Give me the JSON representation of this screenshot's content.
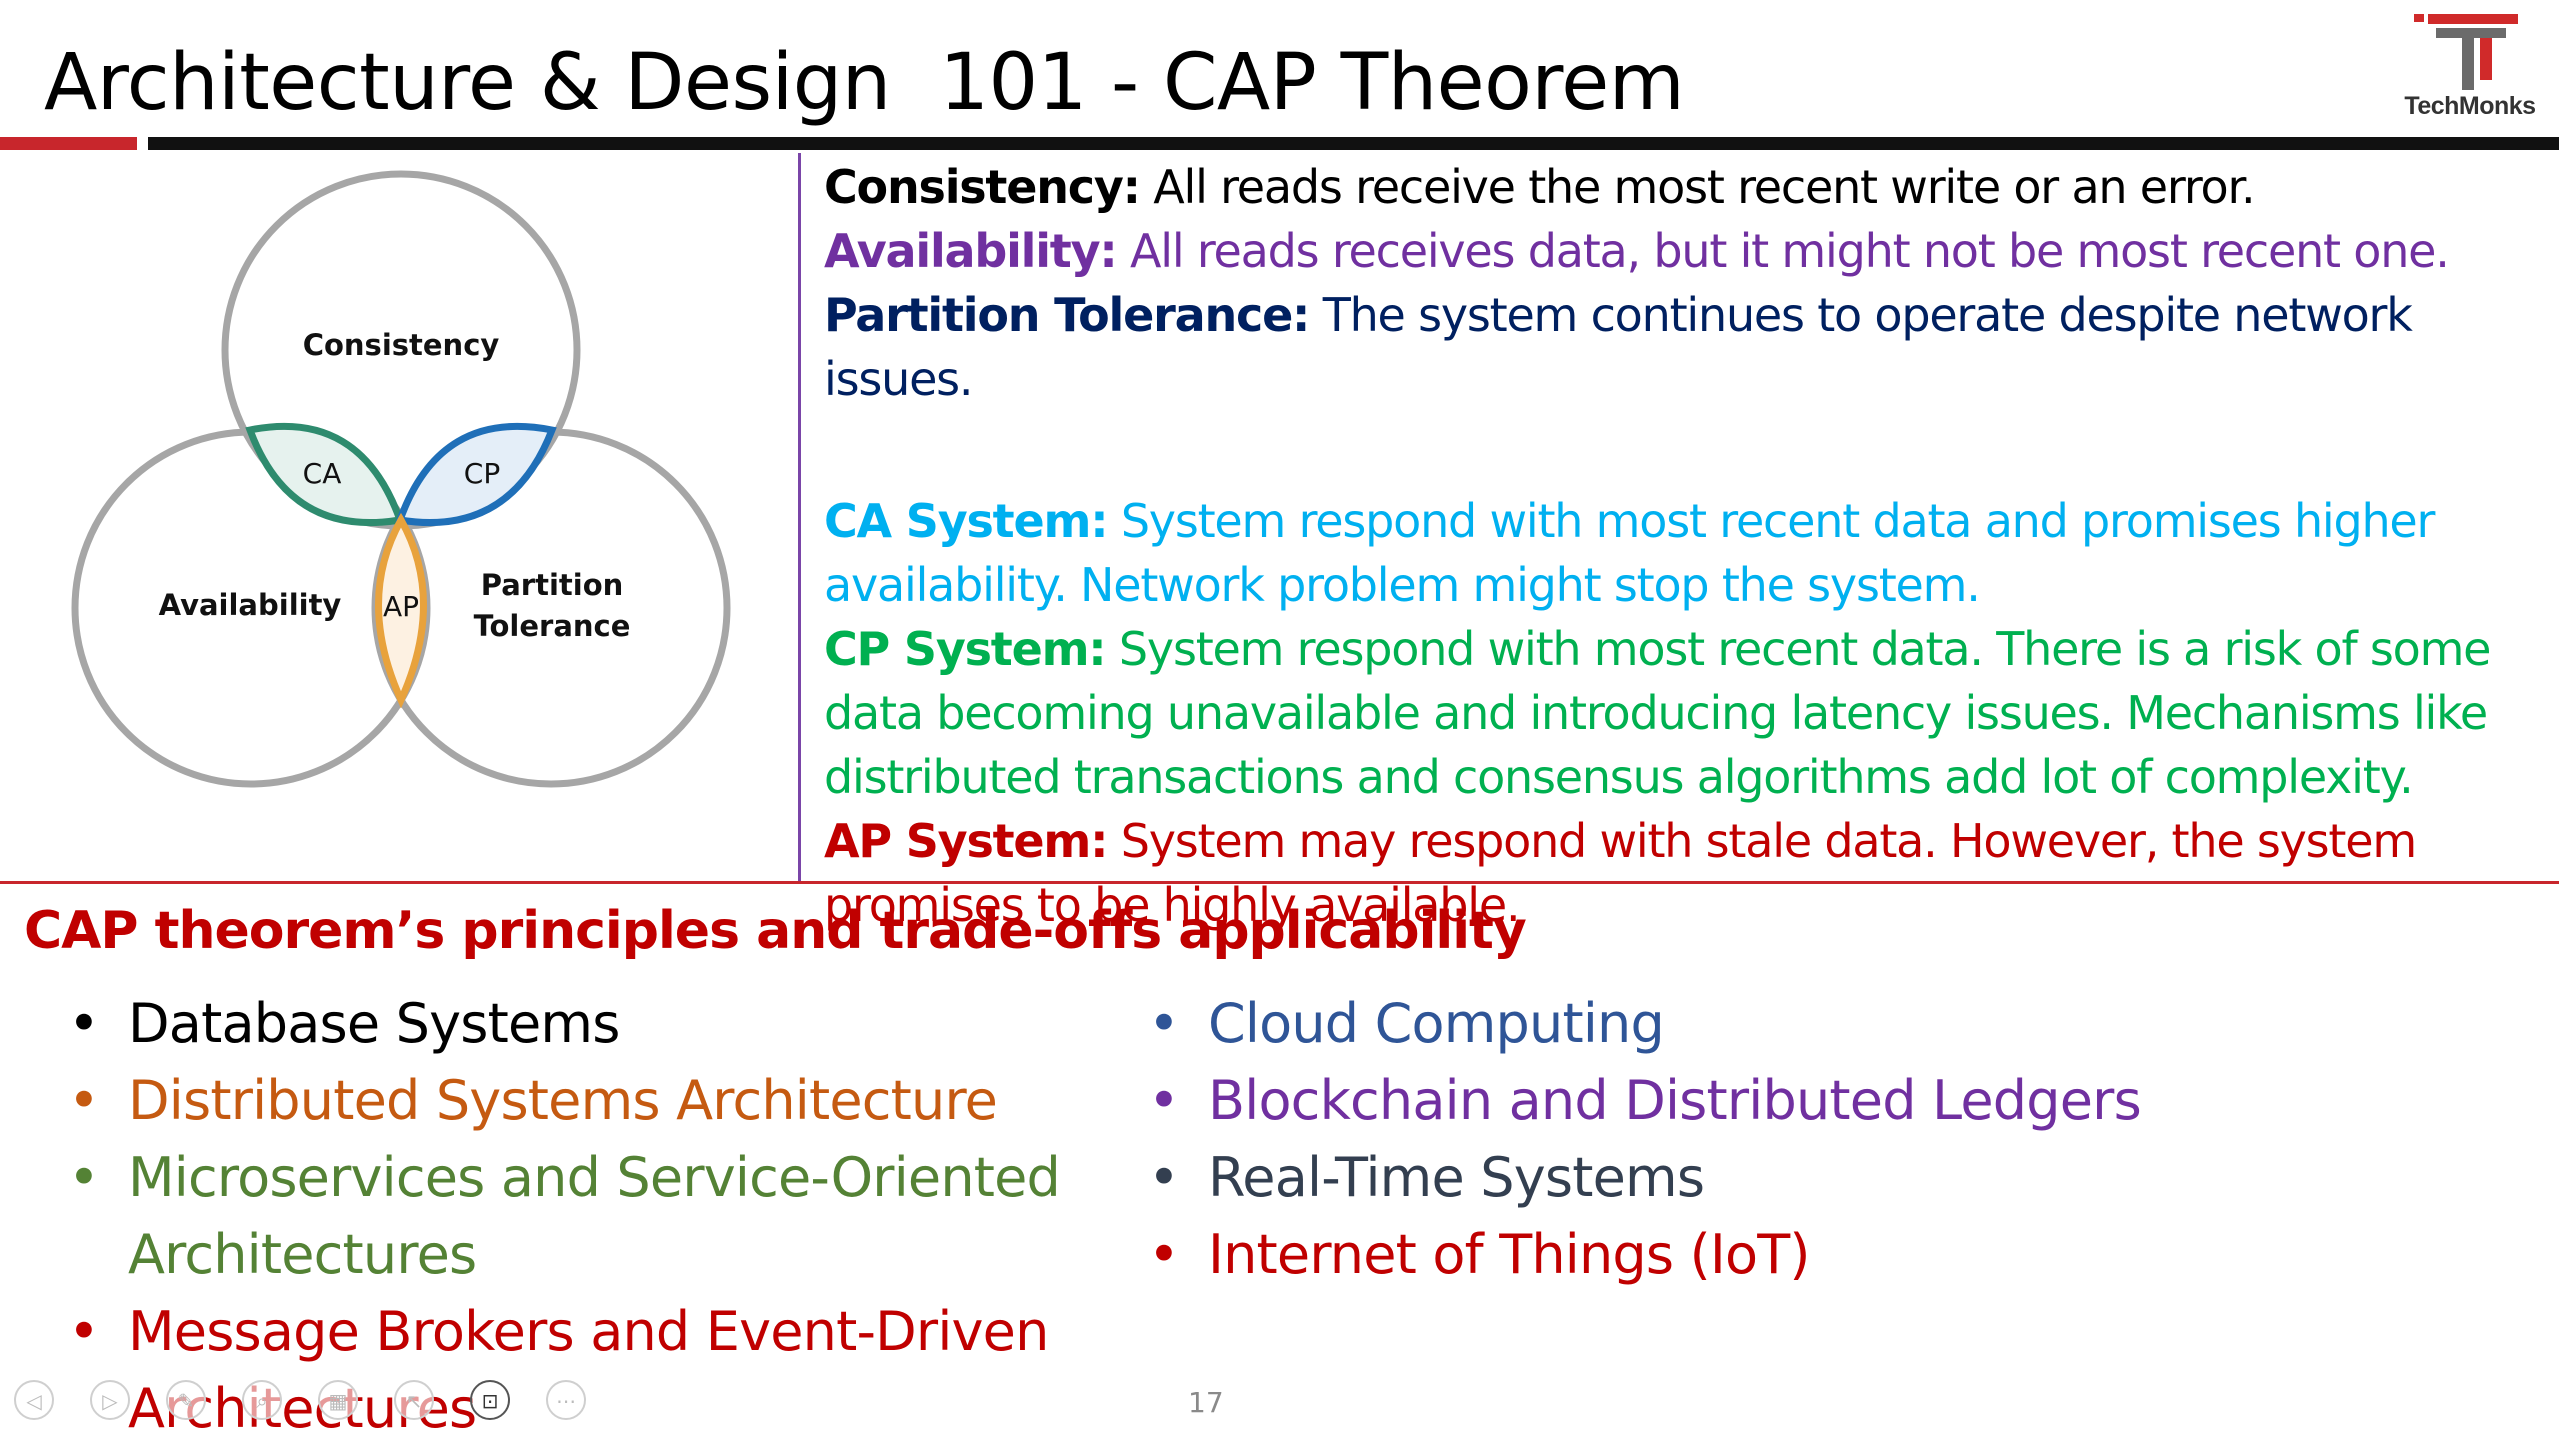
{
  "slide": {
    "title": "Architecture & Design  101 - CAP Theorem",
    "page_number": "17"
  },
  "logo": {
    "text": "TechMonks",
    "colors": {
      "red": "#d02a2a",
      "gray": "#6b6b6b"
    }
  },
  "venn": {
    "circles": [
      "Consistency",
      "Availability",
      "Partition",
      "Tolerance"
    ],
    "intersections": [
      "CA",
      "CP",
      "AP"
    ],
    "colors": {
      "circle": "#a6a6a6",
      "ca": "#2e8b6e",
      "cp": "#1f6fb8",
      "ap": "#e8a23c"
    }
  },
  "definitions": [
    {
      "term": "Consistency:",
      "text": " All reads receive the most recent write or an error.",
      "color": "#000000"
    },
    {
      "term": "Availability:",
      "text": " All reads receives data, but it might not be most recent one.",
      "color": "#7030a0"
    },
    {
      "term": "Partition Tolerance:",
      "text": " The system continues to operate despite network issues.",
      "color": "#002060"
    }
  ],
  "systems": [
    {
      "term": "CA System:",
      "lines": [
        " System respond with most recent data and promises higher",
        "availability. Network problem might stop the system."
      ],
      "color": "#00b0f0"
    },
    {
      "term": "CP System:",
      "lines": [
        " System respond with most recent data. There is a risk of some",
        "data becoming unavailable and introducing latency issues. Mechanisms like",
        "distributed transactions and consensus algorithms add lot of complexity."
      ],
      "color": "#00b050"
    },
    {
      "term": "AP System:",
      "lines": [
        " System may respond with stale data. However, the system",
        "promises to be highly available."
      ],
      "color": "#c00000"
    }
  ],
  "applicability": {
    "heading": "CAP theorem’s principles and trade-offs applicability",
    "left": [
      {
        "lines": [
          "Database Systems"
        ],
        "color": "#000000"
      },
      {
        "lines": [
          "Distributed Systems Architecture"
        ],
        "color": "#c55a11"
      },
      {
        "lines": [
          "Microservices and Service-Oriented",
          "Architectures"
        ],
        "color": "#548235"
      },
      {
        "lines": [
          "Message Brokers and Event-Driven",
          "Architectures"
        ],
        "color": "#c00000"
      }
    ],
    "right": [
      {
        "lines": [
          "Cloud Computing"
        ],
        "color": "#2f5597"
      },
      {
        "lines": [
          "Blockchain and Distributed Ledgers"
        ],
        "color": "#7030a0"
      },
      {
        "lines": [
          "Real-Time Systems"
        ],
        "color": "#333f50"
      },
      {
        "lines": [
          "Internet of Things (IoT)"
        ],
        "color": "#c00000"
      }
    ],
    "bullet": "•"
  },
  "footer_nav": {
    "buttons": [
      {
        "name": "previous-icon",
        "glyph": "◁"
      },
      {
        "name": "next-icon",
        "glyph": "▷"
      },
      {
        "name": "pen-icon",
        "glyph": "✎"
      },
      {
        "name": "zoom-icon",
        "glyph": "⌕"
      },
      {
        "name": "grid-icon",
        "glyph": "▦"
      },
      {
        "name": "pointer-icon",
        "glyph": "↖"
      },
      {
        "name": "camera-icon",
        "glyph": "⊡"
      },
      {
        "name": "more-icon",
        "glyph": "⋯"
      }
    ]
  }
}
